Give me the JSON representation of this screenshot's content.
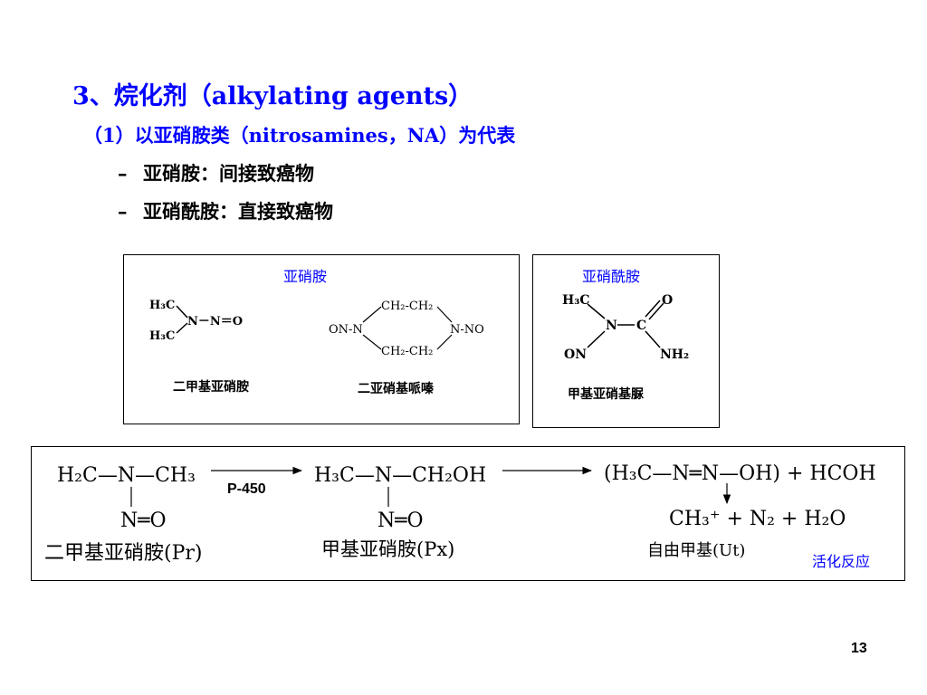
{
  "heading": "3、烷化剂（alkylating agents）",
  "subheading": "（1）以亚硝胺类（nitrosamines，NA）为代表",
  "bullets": [
    {
      "dash": "–",
      "text": "亚硝胺：间接致癌物"
    },
    {
      "dash": "–",
      "text": "亚硝酰胺：直接致癌物"
    }
  ],
  "box1": {
    "label": "亚硝胺",
    "dimethyl": {
      "h3c_top": "H₃C",
      "h3c_bottom": "H₃C",
      "n_no": "N－N＝O",
      "caption": "二甲基亚硝胺"
    },
    "piperazine": {
      "left_group": "ON-N",
      "right_group": "N-NO",
      "top_chain": "CH₂-CH₂",
      "bottom_chain": "CH₂-CH₂",
      "caption": "二亚硝基哌嗪"
    }
  },
  "box2": {
    "label": "亚硝酰胺",
    "h3c": "H₃C",
    "o": "O",
    "n": "N",
    "c": "C",
    "on": "ON",
    "nh2": "NH₂",
    "caption": "甲基亚硝基脲"
  },
  "reaction": {
    "s1_main": "H₂C—N—CH₃",
    "s1_no": "N═O",
    "s1_caption": "二甲基亚硝胺(Pr)",
    "enzyme": "P-450",
    "s2_main": "H₃C—N—CH₂OH",
    "s2_no": "N═O",
    "s2_caption": "甲基亚硝胺(Px)",
    "s3_main": "(H₃C—N═N—OH) + HCOH",
    "s3_products": "CH₃⁺ + N₂ + H₂O",
    "s3_caption": "自由甲基(Ut)",
    "activation": "活化反应"
  },
  "page_number": "13",
  "colors": {
    "accent": "#0000ff",
    "text": "#000000"
  }
}
